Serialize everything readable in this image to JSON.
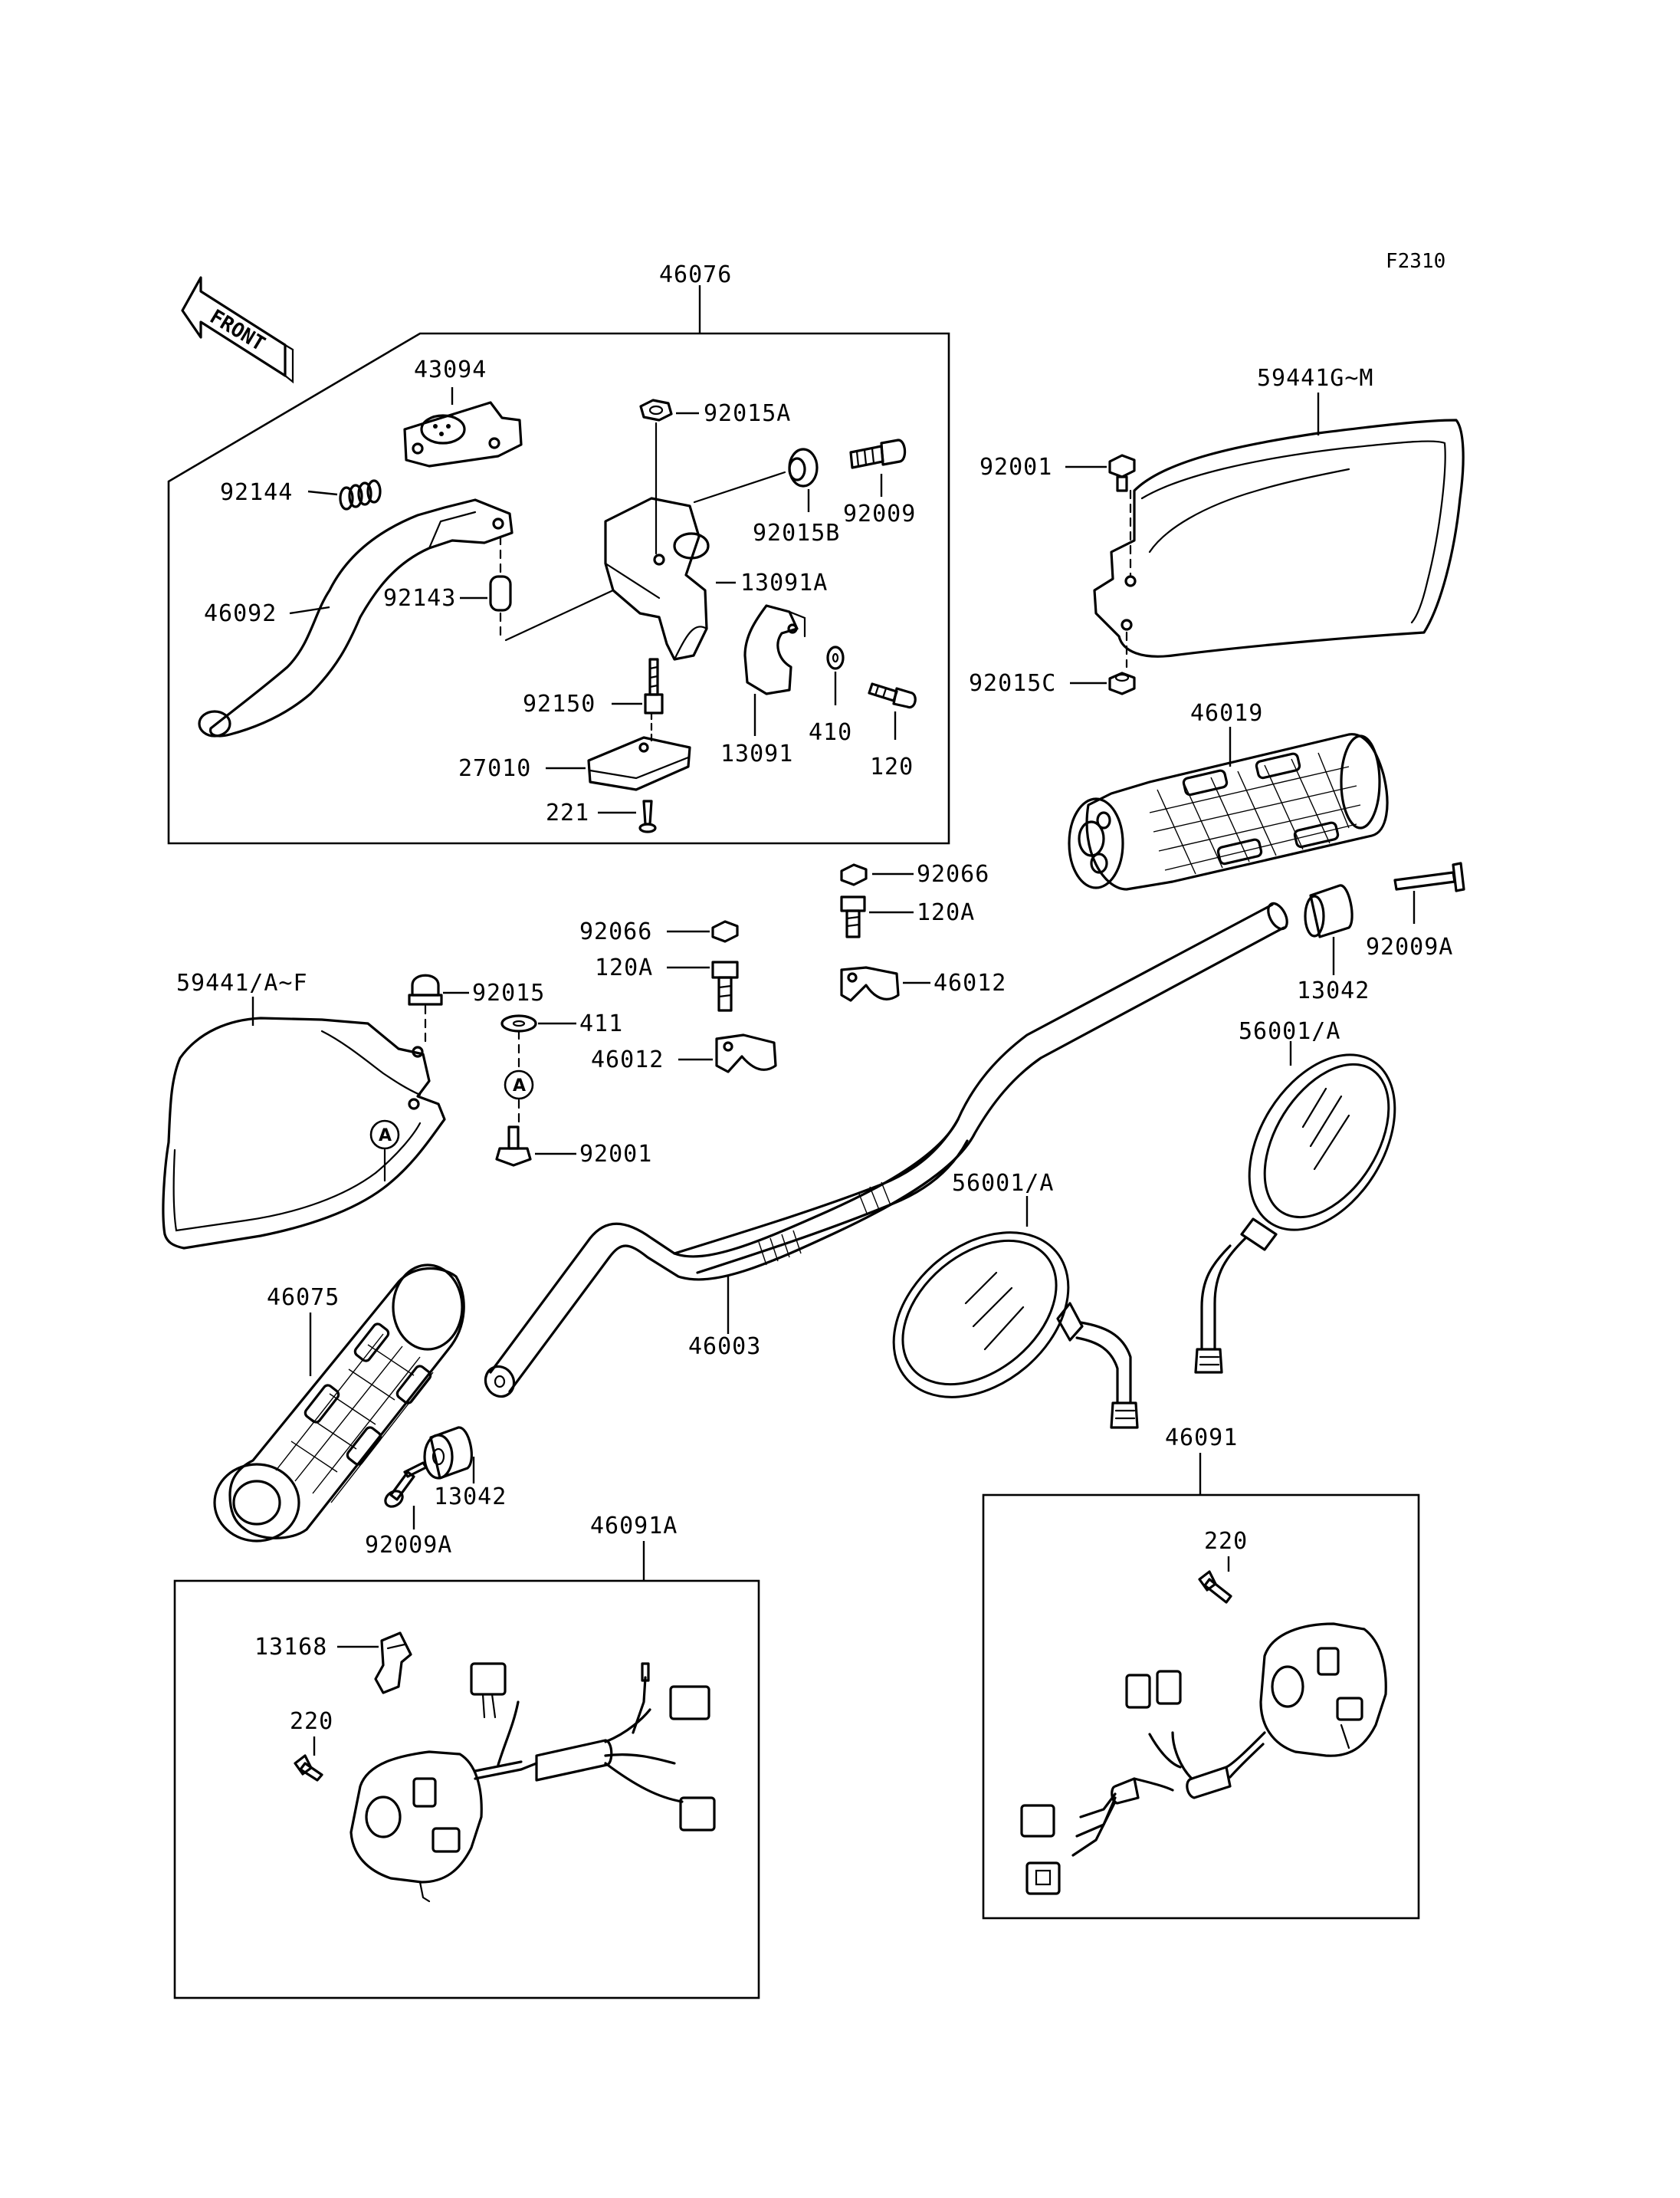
{
  "figure_code": "F2310",
  "front_arrow_label": "FRONT",
  "marker_letter": "A",
  "parts": {
    "p46076": "46076",
    "p43094": "43094",
    "p92144": "92144",
    "p46092": "46092",
    "p92143": "92143",
    "p92015A": "92015A",
    "p92015B": "92015B",
    "p92009": "92009",
    "p13091A": "13091A",
    "p92150": "92150",
    "p13091": "13091",
    "p410": "410",
    "p120": "120",
    "p27010": "27010",
    "p221": "221",
    "p59441GM": "59441G~M",
    "p92001_top": "92001",
    "p92015C": "92015C",
    "p46019": "46019",
    "p92066_right": "92066",
    "p120A_right": "120A",
    "p46012_right": "46012",
    "p13042_right": "13042",
    "p92009A_right": "92009A",
    "p92066_left": "92066",
    "p120A_left": "120A",
    "p46012_left": "46012",
    "p59441AF": "59441/A~F",
    "p92015": "92015",
    "p411": "411",
    "p92001_mid": "92001",
    "p56001A_upper": "56001/A",
    "p56001A_lower": "56001/A",
    "p46075": "46075",
    "p46003": "46003",
    "p13042_left": "13042",
    "p92009A_left": "92009A",
    "p46091A": "46091A",
    "p13168": "13168",
    "p220_left": "220",
    "p46091": "46091",
    "p220_right": "220"
  }
}
